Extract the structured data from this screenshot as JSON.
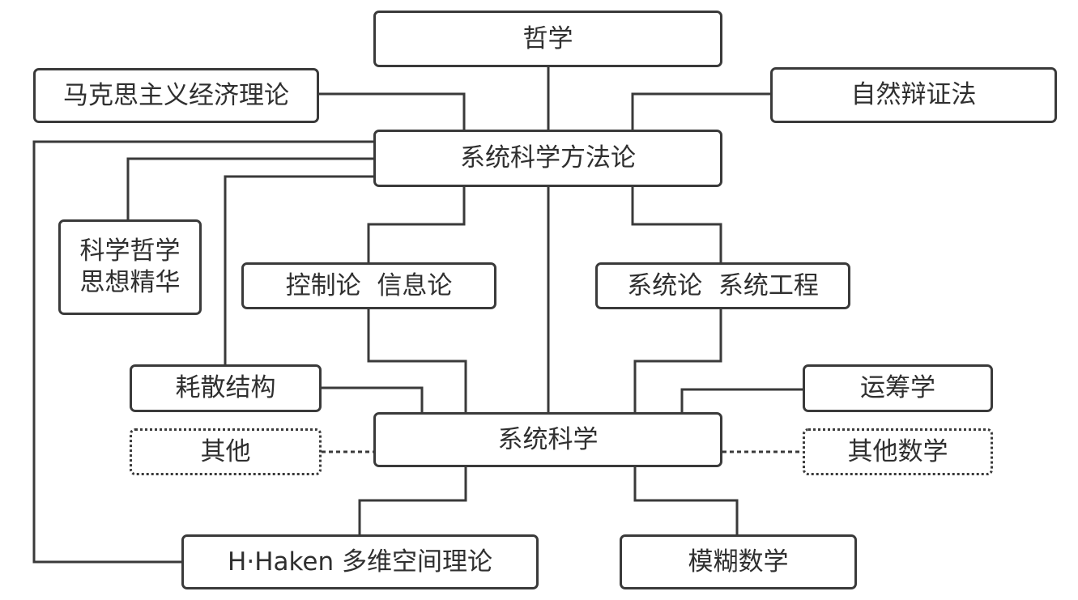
{
  "diagram": {
    "nodes": {
      "zhexue": "哲学",
      "marx": "马克思主义经济理论",
      "ziran": "自然辩证法",
      "method": "系统科学方法论",
      "philo": "科学哲学\n思想精华",
      "control": "控制论  信息论",
      "systheory": "系统论  系统工程",
      "dissipative": "耗散结构",
      "operations": "运筹学",
      "sysscience": "系统科学",
      "other": "其他",
      "othermath": "其他数学",
      "haken": "H·Haken 多维空间理论",
      "fuzzy": "模糊数学"
    },
    "edges": [
      {
        "from": "zhexue",
        "to": "method",
        "style": "solid"
      },
      {
        "from": "marx",
        "to": "method",
        "style": "solid"
      },
      {
        "from": "ziran",
        "to": "method",
        "style": "solid"
      },
      {
        "from": "method",
        "to": "philo",
        "style": "solid"
      },
      {
        "from": "method",
        "to": "dissipative",
        "style": "solid"
      },
      {
        "from": "method",
        "to": "haken",
        "style": "solid"
      },
      {
        "from": "method",
        "to": "control",
        "style": "solid"
      },
      {
        "from": "method",
        "to": "systheory",
        "style": "solid"
      },
      {
        "from": "method",
        "to": "sysscience",
        "style": "solid"
      },
      {
        "from": "control",
        "to": "sysscience",
        "style": "solid"
      },
      {
        "from": "systheory",
        "to": "sysscience",
        "style": "solid"
      },
      {
        "from": "dissipative",
        "to": "sysscience",
        "style": "solid"
      },
      {
        "from": "operations",
        "to": "sysscience",
        "style": "solid"
      },
      {
        "from": "other",
        "to": "sysscience",
        "style": "dotted"
      },
      {
        "from": "othermath",
        "to": "sysscience",
        "style": "dotted"
      },
      {
        "from": "sysscience",
        "to": "haken",
        "style": "solid"
      },
      {
        "from": "sysscience",
        "to": "fuzzy",
        "style": "solid"
      }
    ],
    "colors": {
      "line": "#3a3a3a",
      "text": "#2f2f2f",
      "background": "#ffffff"
    }
  }
}
